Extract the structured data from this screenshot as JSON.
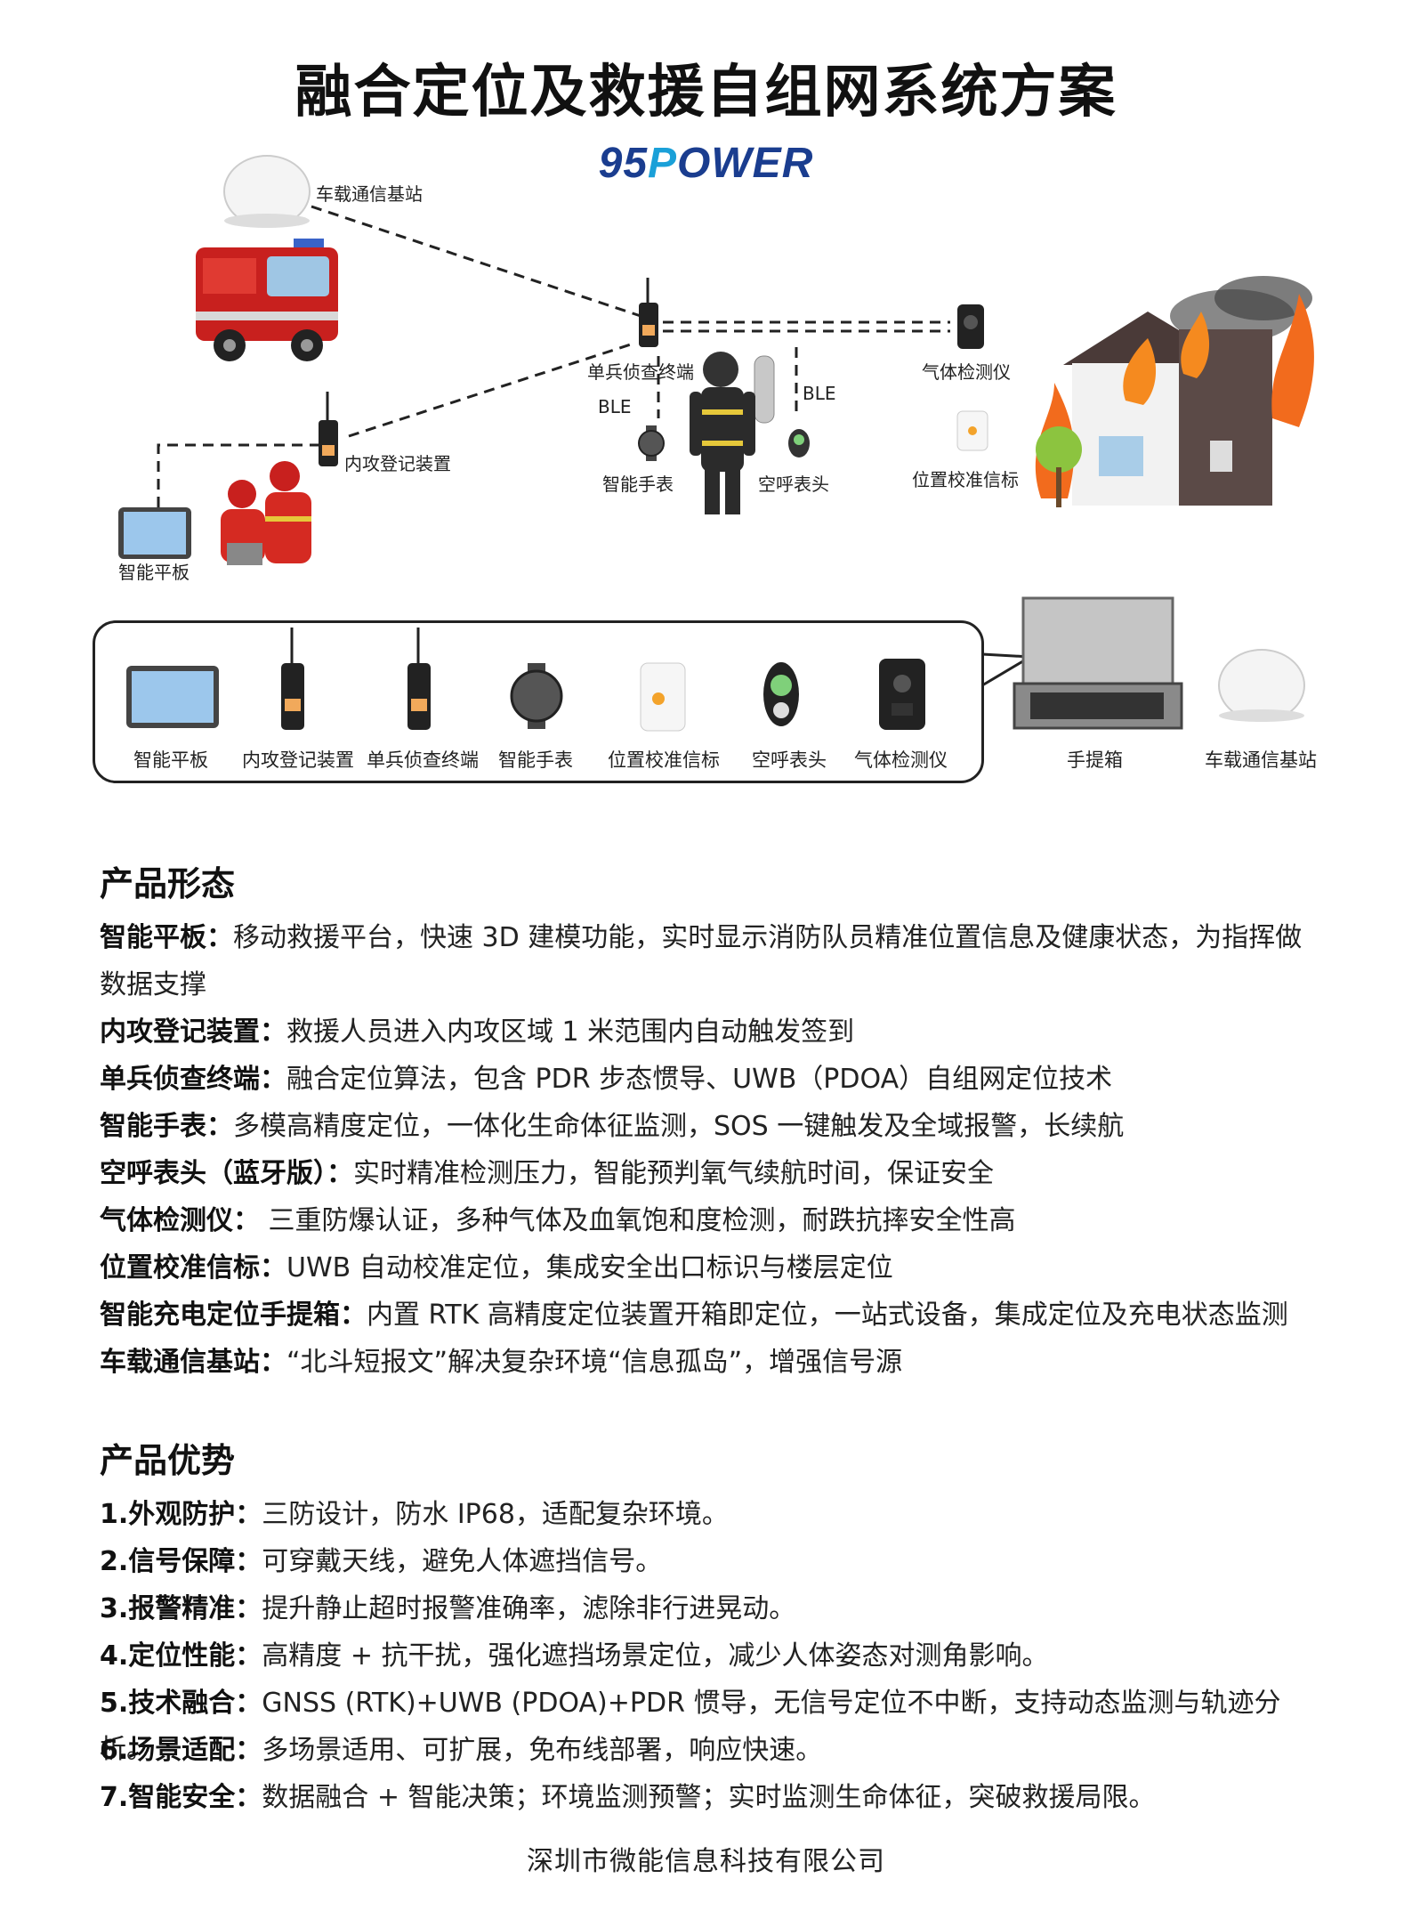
{
  "title": "融合定位及救援自组网系统方案",
  "logo": {
    "prefix": "95",
    "pin_letter": "P",
    "suffix": "OWER"
  },
  "diagram": {
    "labels": {
      "base_station": "车载通信基站",
      "soldier_terminal": "单兵侦查终端",
      "ble_left": "BLE",
      "ble_right": "BLE",
      "gas_detector": "气体检测仪",
      "entry_device": "内攻登记装置",
      "smart_watch": "智能手表",
      "air_gauge": "空呼表头",
      "beacon": "位置校准信标",
      "tablet": "智能平板"
    },
    "devices": [
      "智能平板",
      "内攻登记装置",
      "单兵侦查终端",
      "智能手表",
      "位置校准信标",
      "空呼表头",
      "气体检测仪"
    ],
    "outside": [
      "手提箱",
      "车载通信基站"
    ]
  },
  "form": {
    "heading": "产品形态",
    "items": [
      {
        "label": "智能平板：",
        "text": "移动救援平台，快速 3D 建模功能，实时显示消防队员精准位置信息及健康状态，为指挥做"
      },
      {
        "label": "",
        "text": "数据支撑"
      },
      {
        "label": "内攻登记装置：",
        "text": "救援人员进入内攻区域 1 米范围内自动触发签到"
      },
      {
        "label": "单兵侦查终端：",
        "text": "融合定位算法，包含 PDR 步态惯导、UWB（PDOA）自组网定位技术"
      },
      {
        "label": "智能手表：",
        "text": "多模高精度定位，一体化生命体征监测，SOS 一键触发及全域报警，长续航"
      },
      {
        "label": "空呼表头（蓝牙版）：",
        "text": "实时精准检测压力，智能预判氧气续航时间，保证安全"
      },
      {
        "label": "气体检测仪：",
        "text": " 三重防爆认证，多种气体及血氧饱和度检测，耐跌抗摔安全性高"
      },
      {
        "label": "位置校准信标：",
        "text": "UWB 自动校准定位，集成安全出口标识与楼层定位"
      },
      {
        "label": "智能充电定位手提箱：",
        "text": "内置 RTK 高精度定位装置开箱即定位，一站式设备，集成定位及充电状态监测"
      },
      {
        "label": "车载通信基站：",
        "text": "“北斗短报文”解决复杂环境“信息孤岛”，增强信号源"
      }
    ]
  },
  "advantages": {
    "heading": "产品优势",
    "items": [
      {
        "label": "1.外观防护：",
        "text": "三防设计，防水 IP68，适配复杂环境。"
      },
      {
        "label": "2.信号保障：",
        "text": "可穿戴天线，避免人体遮挡信号。"
      },
      {
        "label": "3.报警精准：",
        "text": "提升静止超时报警准确率，滤除非行进晃动。"
      },
      {
        "label": "4.定位性能：",
        "text": "高精度 + 抗干扰，强化遮挡场景定位，减少人体姿态对测角影响。"
      },
      {
        "label": "5.技术融合：",
        "text": "GNSS (RTK)+UWB (PDOA)+PDR 惯导，无信号定位不中断，支持动态监测与轨迹分析。"
      },
      {
        "label": "6.场景适配：",
        "text": "多场景适用、可扩展，免布线部署，响应快速。"
      },
      {
        "label": "7.智能安全：",
        "text": "数据融合 + 智能决策；环境监测预警；实时监测生命体征，突破救援局限。"
      }
    ]
  },
  "footer": "深圳市微能信息科技有限公司"
}
